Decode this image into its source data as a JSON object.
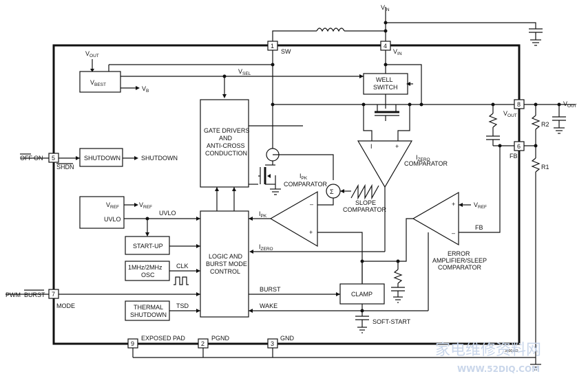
{
  "labels": {
    "vin_top": "V",
    "vin_top_sub": "IN",
    "vout_in": "V",
    "vout_in_sub": "OUT",
    "vbest": "V",
    "vbest_sub": "BEST",
    "vb": "V",
    "vb_sub": "B",
    "vsel": "V",
    "vsel_sub": "SEL",
    "sw": "SW",
    "vin_pin": "V",
    "vin_pin_sub": "IN",
    "well_switch_1": "WELL",
    "well_switch_2": "SWITCH",
    "vout_pin": "V",
    "vout_pin_sub": "OUT",
    "vout_right": "V",
    "vout_right_sub": "OUT",
    "r2": "R2",
    "r1": "R1",
    "fb_pin": "FB",
    "gate_1": "GATE DRIVERS",
    "gate_2": "AND",
    "gate_3": "ANTI-CROSS",
    "gate_4": "CONDUCTION",
    "izero_comp_1": "I",
    "izero_comp_1_sub": "ZERO",
    "izero_comp_2": "COMPARATOR",
    "off": "OFF",
    "on": "ON",
    "shdn": "SHDN",
    "shutdown_box": "SHUTDOWN",
    "shutdown_out": "SHUTDOWN",
    "ipk_comp_1": "I",
    "ipk_comp_1_sub": "PK",
    "ipk_comp_2": "COMPARATOR",
    "sigma": "Σ",
    "slope_1": "SLOPE",
    "slope_2": "COMPARATOR",
    "vref_box": "V",
    "vref_box_sub": "REF",
    "vref_out": "V",
    "vref_out_sub": "REF",
    "uvlo_box": "UVLO",
    "uvlo_wire": "UVLO",
    "ipk_wire": "I",
    "ipk_wire_sub": "PK",
    "izero_wire": "I",
    "izero_wire_sub": "ZERO",
    "startup": "START-UP",
    "logic_1": "LOGIC AND",
    "logic_2": "BURST MODE",
    "logic_3": "CONTROL",
    "osc_1": "1MHz/2MHz",
    "osc_2": "OSC",
    "clk": "CLK",
    "vref_err": "V",
    "vref_err_sub": "REF",
    "fb_wire": "FB",
    "err_1": "ERROR",
    "err_2": "AMPLIFIER/SLEEP",
    "err_3": "COMPARATOR",
    "pwm": "PWM",
    "burst_pin": "BURST",
    "mode": "MODE",
    "burst_wire": "BURST",
    "clamp": "CLAMP",
    "thermal_1": "THERMAL",
    "thermal_2": "SHUTDOWN",
    "tsd": "TSD",
    "wake": "WAKE",
    "softstart": "SOFT-START",
    "exposed_pad": "EXPOSED PAD",
    "pgnd": "PGND",
    "gnd": "GND",
    "minus": "–",
    "plus": "+",
    "comp_i": "I",
    "code": "3500 BD"
  },
  "pins": {
    "p1": "1",
    "p4": "4",
    "p8": "8",
    "p6": "6",
    "p5": "5",
    "p7": "7",
    "p9": "9",
    "p2": "2",
    "p3": "3"
  },
  "watermark": {
    "cn": "家电维修资料网",
    "url": "WWW.52DIQ.COM"
  }
}
